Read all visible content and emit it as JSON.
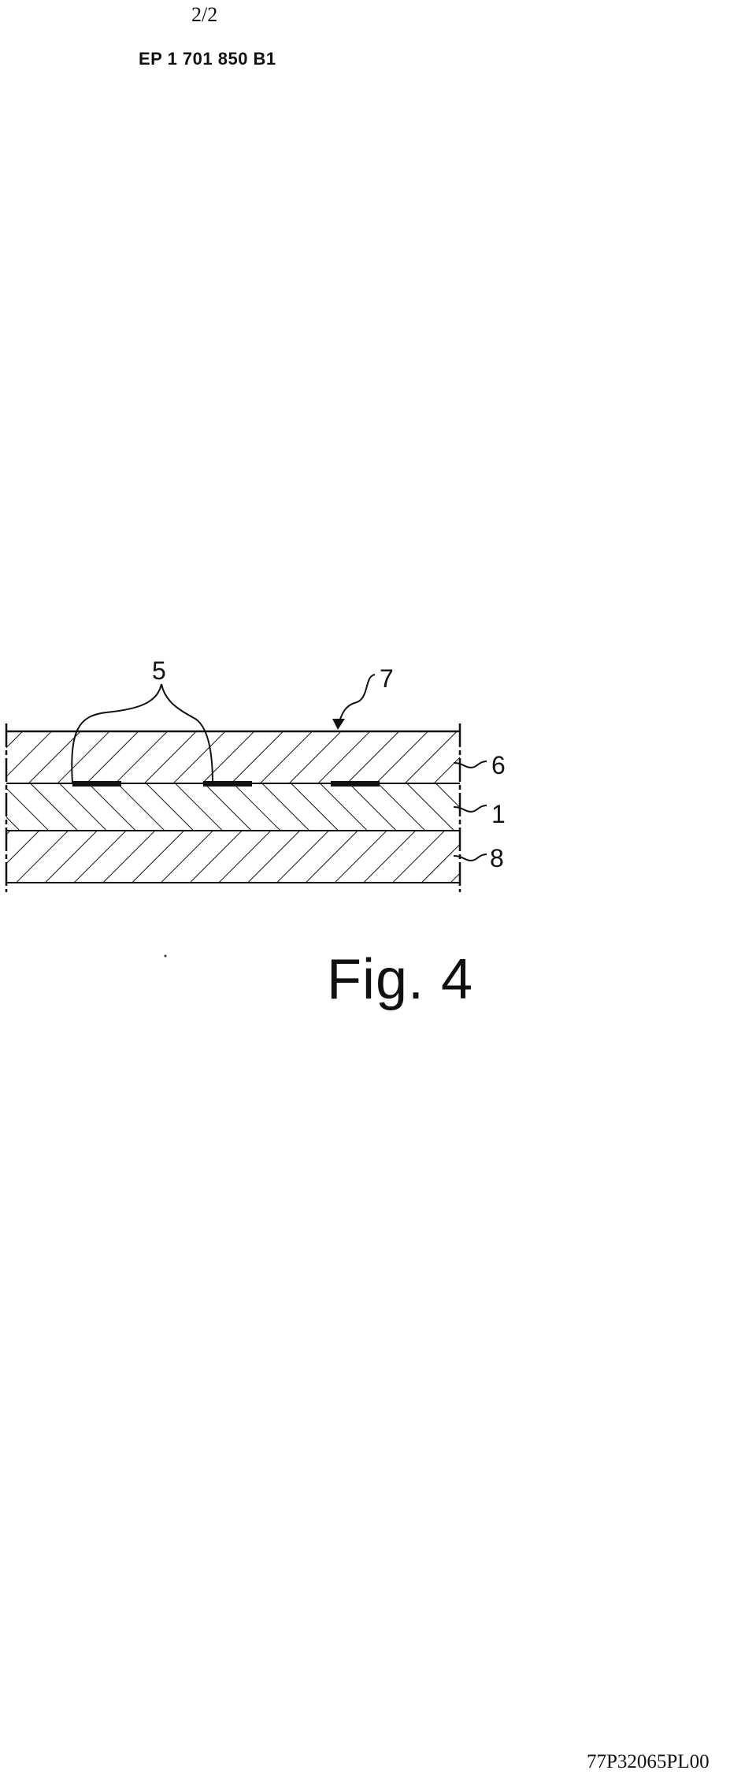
{
  "header": {
    "page_number": "2/2",
    "patent_number": "EP 1 701 850 B1"
  },
  "figure": {
    "caption": "Fig. 4",
    "labels": {
      "contacts": "5",
      "laminate": "7",
      "top_layer": "6",
      "core_layer": "1",
      "bottom_layer": "8"
    }
  },
  "footer": {
    "document_code": "77P32065PL00"
  }
}
